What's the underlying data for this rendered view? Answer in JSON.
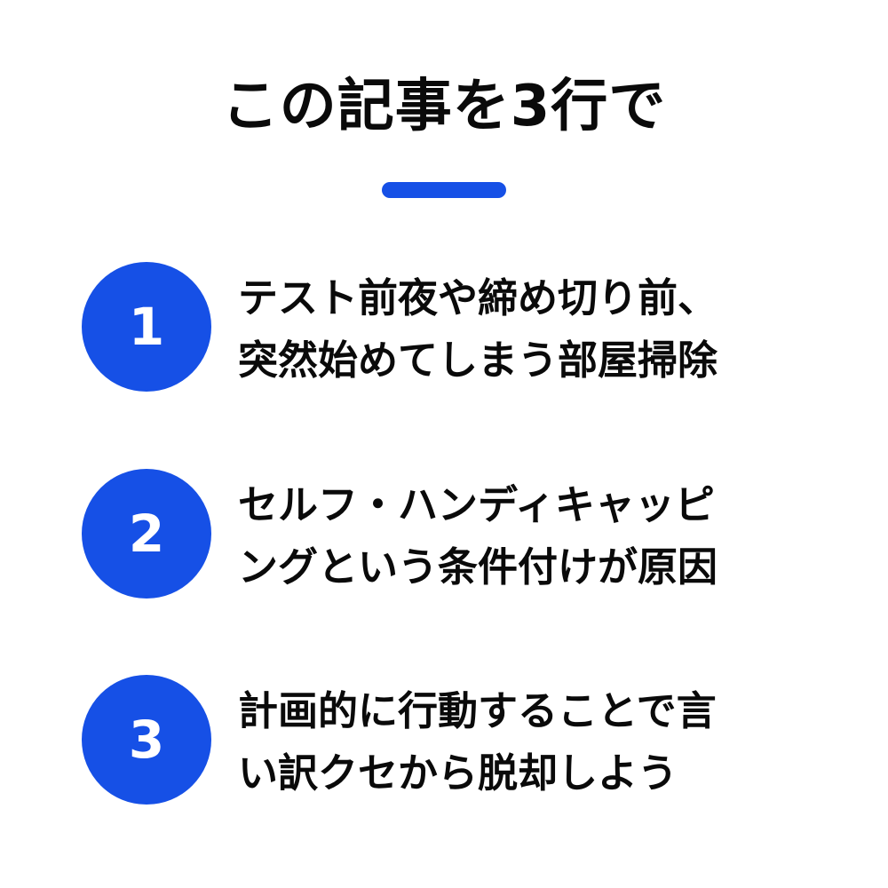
{
  "title": "この記事を3行で",
  "accent_color": "#1650e6",
  "items": [
    {
      "number": "1",
      "lines": [
        "テスト前夜や締め切り前、",
        "突然始めてしまう部屋掃除"
      ]
    },
    {
      "number": "2",
      "lines": [
        "セルフ・ハンディキャッピ",
        "ングという条件付けが原因"
      ]
    },
    {
      "number": "3",
      "lines": [
        "計画的に行動することで言",
        "い訳クセから脱却しよう"
      ]
    }
  ]
}
